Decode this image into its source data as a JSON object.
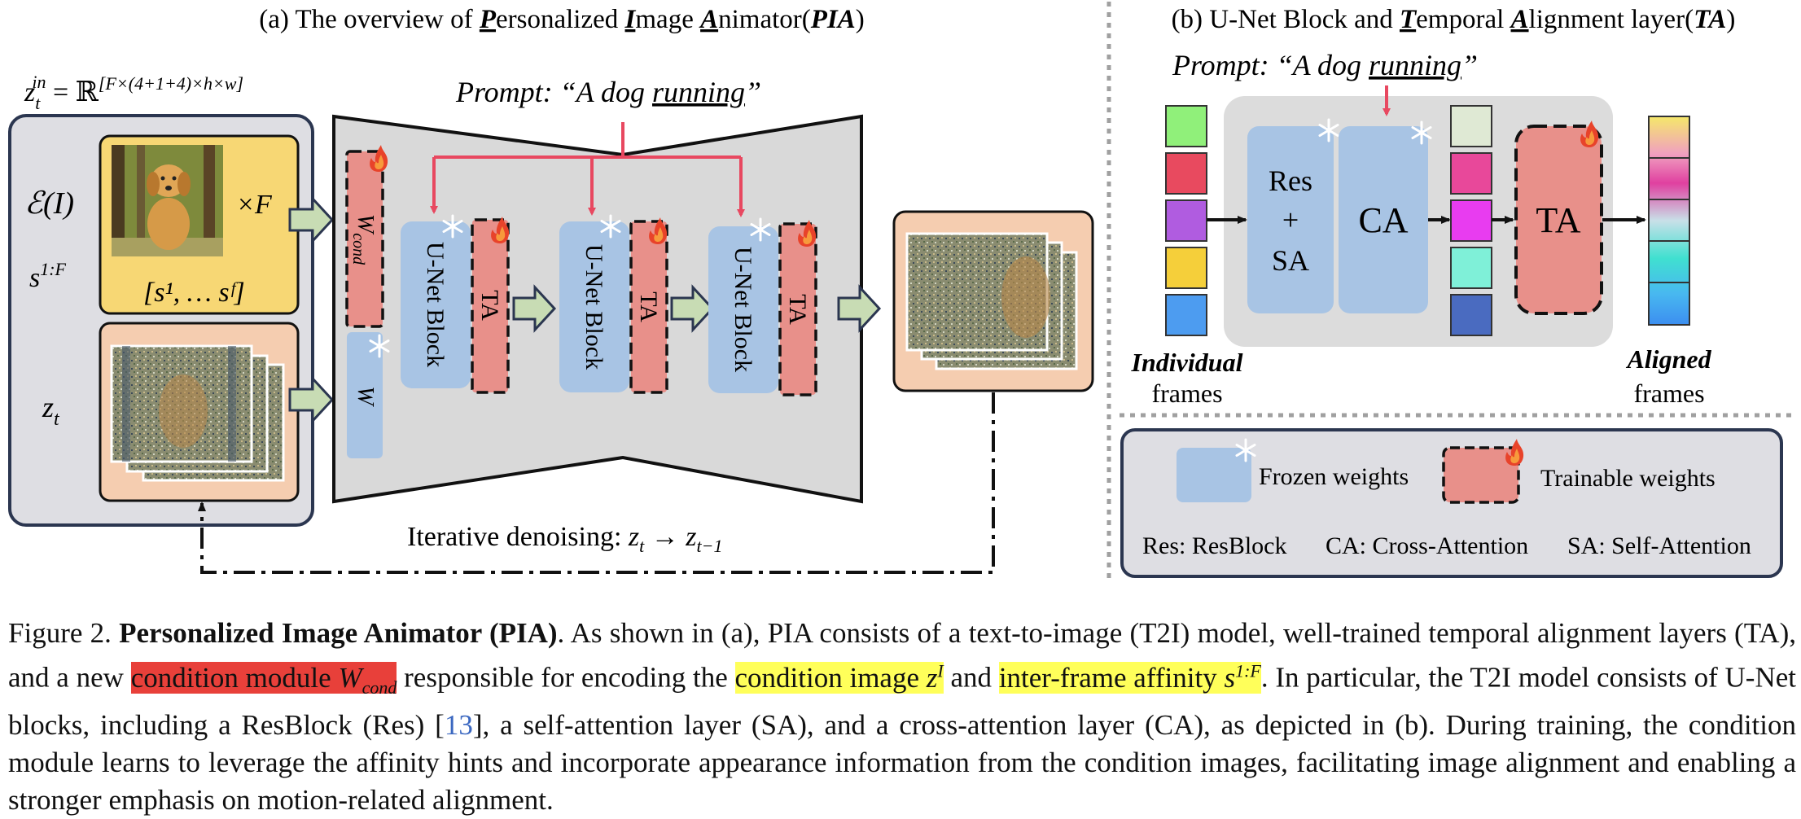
{
  "panel_a": {
    "title_pre": "(a) The overview of ",
    "title_P": "P",
    "title_mid1": "ersonalized ",
    "title_I": "I",
    "title_mid2": "mage ",
    "title_A": "A",
    "title_mid3": "nimator(",
    "title_abbr": "PIA",
    "title_end": ")",
    "z_in_label": "z",
    "z_in_sub": "t",
    "z_in_sup": "in",
    "z_in_eq": " = ℝ",
    "z_in_dims": "[F×(4+1+4)×h×w]",
    "enc_label": "ℰ(I)",
    "times_f": "×F",
    "s_label": "s",
    "s_sup": "1:F",
    "s_list": "[s¹, … sᶠ]",
    "zt_label": "z",
    "zt_sub": "t",
    "prompt_pre": "Prompt: “A dog ",
    "prompt_word": "running",
    "prompt_end": "”",
    "wcond": "W",
    "wcond_sub": "cond",
    "w": "W",
    "unet_block": "U-Net Block",
    "ta": "TA",
    "iterative": "Iterative denoising: ",
    "iter_z": "z",
    "iter_zsub": "t",
    "iter_arrow": " → ",
    "iter_z2": "z",
    "iter_z2sub": "t−1"
  },
  "panel_b": {
    "title_pre": "(b) U-Net Block and ",
    "title_T": "T",
    "title_mid1": "emporal ",
    "title_A": "A",
    "title_mid2": "lignment layer(",
    "title_abbr": "TA",
    "title_end": ")",
    "prompt_pre": "Prompt: “A dog ",
    "prompt_word": "running",
    "prompt_end": "”",
    "res": "Res",
    "plus": "+",
    "sa": "SA",
    "ca": "CA",
    "ta": "TA",
    "individual": "Individual",
    "aligned": "Aligned",
    "frames": "frames",
    "frame_colors_in": [
      "#90f07a",
      "#e84a5f",
      "#b05ce0",
      "#f5cf3a",
      "#4d9cf0"
    ],
    "frame_colors_out": [
      "#dfe9d4",
      "#e8489a",
      "#e83cf0",
      "#7ff0d8",
      "#4a6bc0"
    ]
  },
  "legend": {
    "frozen": "Frozen weights",
    "trainable": "Trainable weights",
    "res_def": "Res: ResBlock",
    "ca_def": "CA: Cross-Attention",
    "sa_def": "SA: Self-Attention"
  },
  "caption": {
    "fig": "Figure 2. ",
    "title": "Personalized Image Animator (PIA)",
    "t1": ". As shown in (a), PIA consists of a text-to-image (T2I) model, well-trained temporal alignment layers (TA), and a new ",
    "hl1": "condition module ",
    "hl1_w": "W",
    "hl1_sub": "cond",
    "t2": " responsible for encoding the ",
    "hl2": "condition image ",
    "hl2_z": "z",
    "hl2_sup": "I",
    "t3": " and ",
    "hl3": "inter-frame affinity ",
    "hl3_s": "s",
    "hl3_sup": "1:F",
    "t4": ". In particular, the T2I model consists of U-Net blocks, including a ResBlock (Res) [",
    "cite": "13",
    "t5": "], a self-attention layer (SA), and a cross-attention layer (CA), as depicted in (b). During training, the condition module learns to leverage the affinity hints and incorporate appearance information from the condition images, facilitating image alignment and enabling a stronger emphasis on motion-related alignment."
  },
  "colors": {
    "frozen_blue": "#a8c4e4",
    "trainable_red": "#e8908a",
    "yellow_box": "#f7d774",
    "peach_box": "#f5cdb0",
    "gray_panel": "#dedee3",
    "prompt_arrow": "#e84860",
    "hourglass": "#d9d9d9"
  }
}
